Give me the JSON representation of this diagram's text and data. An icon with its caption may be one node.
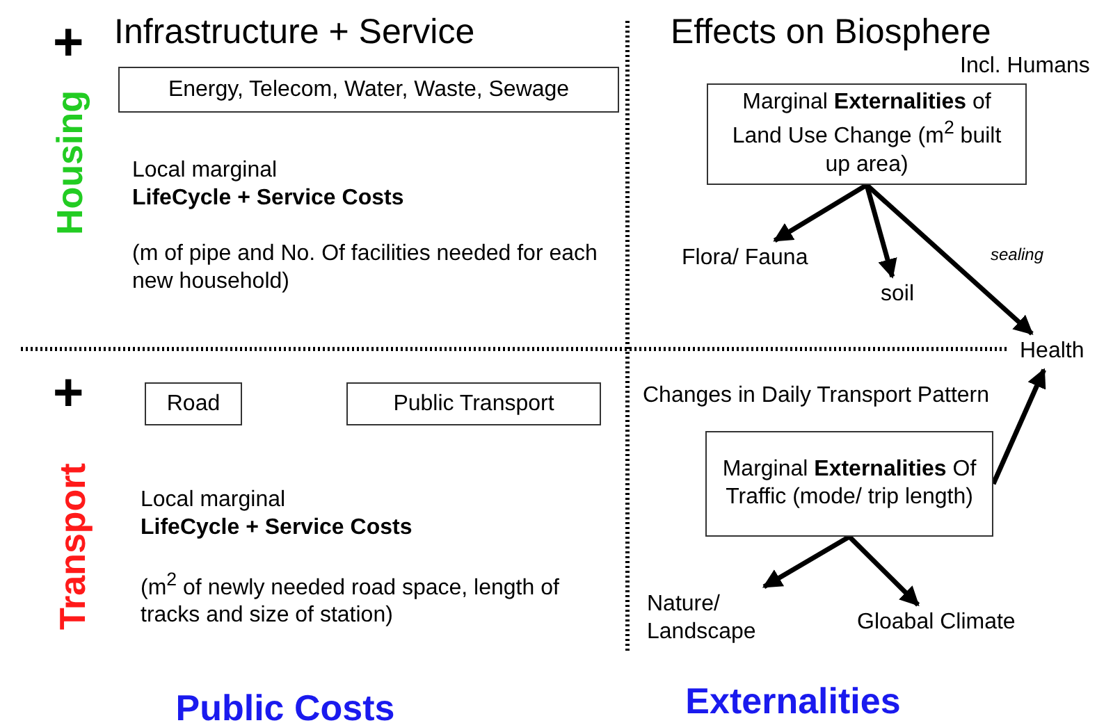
{
  "diagram": {
    "nodes": [
      {
        "text": [
          "Energy, Telecom, Water, Waste, Sewage"
        ]
      },
      {
        "text": [
          "Marginal **Externalities** of Land Use Change (m$^{2}$ built up area)"
        ]
      },
      {
        "text": [
          "Flora/ Fauna"
        ]
      },
      {
        "text": [
          "soil"
        ]
      },
      {
        "text": [
          "Health"
        ]
      },
      {
        "text": [
          "Road"
        ]
      },
      {
        "text": [
          "Public Transport"
        ]
      },
      {
        "text": [
          "Marginal **Externalities** Of Traffic (mode/ trip length)"
        ]
      },
      {
        "text": [
          "Nature/ Landscape"
        ]
      },
      {
        "text": [
          "Gloabal Climate"
        ]
      }
    ],
    "edges": [
      {
        "from": 1,
        "to": 2,
        "arrow": "to"
      },
      {
        "from": 1,
        "to": 3,
        "arrow": "to"
      },
      {
        "from": 1,
        "to": 4,
        "arrow": "to",
        "label": "sealing"
      },
      {
        "from": 7,
        "to": 4,
        "arrow": "to"
      },
      {
        "from": 7,
        "to": 8,
        "arrow": "to"
      },
      {
        "from": 7,
        "to": 9,
        "arrow": "to"
      }
    ],
    "labels": [
      "+",
      "Infrastructure + Service",
      "Housing",
      "Local marginal",
      "LifeCycle + Service Costs",
      "(m of pipe and No. Of facilities needed for each new household)",
      "Effects on Biosphere",
      "Incl. Humans",
      "+",
      "Transport",
      "Local marginal",
      "LifeCycle + Service Costs",
      "(m$^{2}$ of newly needed road space, length of tracks and size of station)",
      "Changes in Daily Transport Pattern",
      "Public Costs",
      "Externalities"
    ]
  }
}
